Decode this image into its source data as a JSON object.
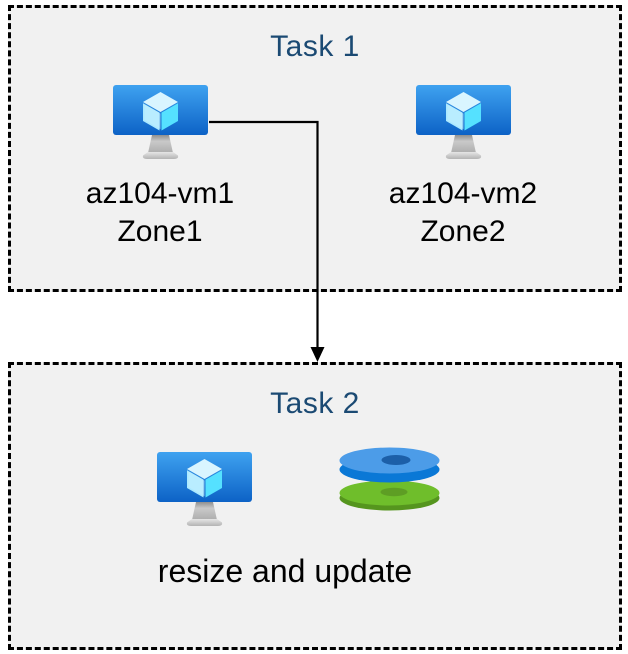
{
  "task1": {
    "title": "Task 1",
    "vms": [
      {
        "name": "az104-vm1",
        "zone": "Zone1"
      },
      {
        "name": "az104-vm2",
        "zone": "Zone2"
      }
    ]
  },
  "task2": {
    "title": "Task 2",
    "caption": "resize and update"
  },
  "icons": {
    "vm": "azure-virtual-machine",
    "disks": "azure-managed-disks",
    "arrow": "flow-arrow-down"
  },
  "colors": {
    "task_title": "#1B4A73",
    "box_fill": "#F1F1F1",
    "box_border": "#000000",
    "label_text": "#000000",
    "arrow": "#000000",
    "vm_screen_top": "#3FA2F0",
    "vm_screen_bottom": "#0D62C6",
    "cube_top": "#D9F5FF",
    "cube_left": "#ACE9FF",
    "cube_right": "#55E1FF",
    "disk_blue_top": "#4C9CE8",
    "disk_blue_side": "#0A78D6",
    "disk_blue_hole": "#1C5FA8",
    "disk_green_top": "#6FBE2B",
    "disk_green_side": "#55951E",
    "disk_green_hole": "#5E9E24"
  }
}
